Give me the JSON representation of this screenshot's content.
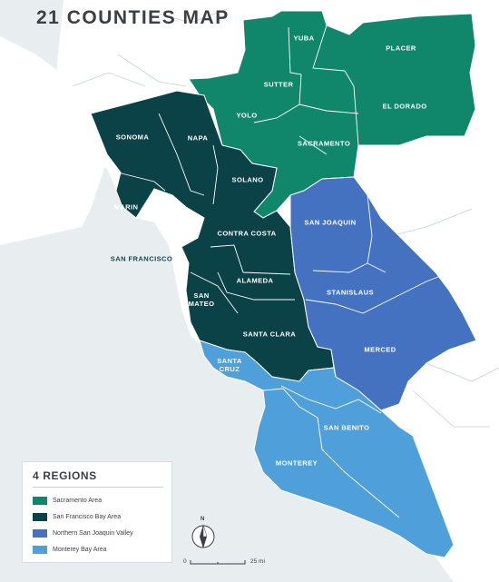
{
  "title": "21 COUNTIES MAP",
  "colors": {
    "sacramento_area": "#10876a",
    "bay_area": "#0b4248",
    "san_joaquin_valley": "#4472c0",
    "monterey_bay_area": "#4f9fda",
    "land": "#ffffff",
    "water": "#e8eef0"
  },
  "counties": {
    "yuba": "YUBA",
    "placer": "PLACER",
    "sutter": "SUTTER",
    "yolo": "YOLO",
    "el_dorado": "EL DORADO",
    "sacramento": "SACRAMENTO",
    "sonoma": "SONOMA",
    "napa": "NAPA",
    "solano": "SOLANO",
    "marin": "MARIN",
    "contra_costa": "CONTRA COSTA",
    "san_francisco": "SAN FRANCISCO",
    "alameda": "ALAMEDA",
    "san_mateo": "SAN\nMATEO",
    "santa_clara": "SANTA CLARA",
    "santa_cruz": "SANTA\nCRUZ",
    "san_joaquin": "SAN JOAQUIN",
    "stanislaus": "STANISLAUS",
    "merced": "MERCED",
    "san_benito": "SAN BENITO",
    "monterey": "MONTEREY"
  },
  "legend": {
    "title": "4 REGIONS",
    "items": [
      {
        "label": "Sacramento Area",
        "color": "#10876a"
      },
      {
        "label": "San Francisco Bay Area",
        "color": "#0b4248"
      },
      {
        "label": "Northern San Joaquin Valley",
        "color": "#4472c0"
      },
      {
        "label": "Monterey Bay Area",
        "color": "#4f9fda"
      }
    ]
  },
  "scale": {
    "start": "0",
    "end": "25 mi"
  },
  "compass": {
    "north": "N"
  }
}
